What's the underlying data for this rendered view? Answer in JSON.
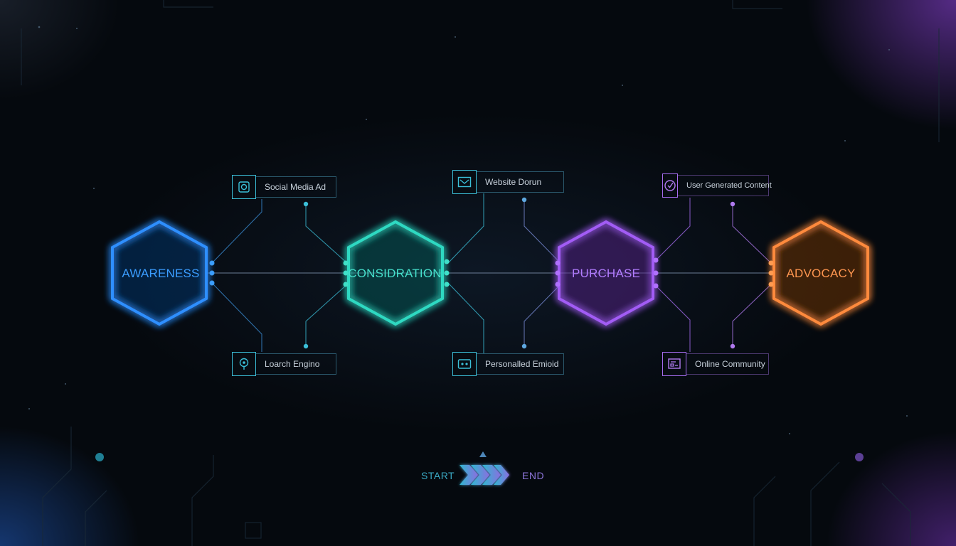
{
  "stages": [
    {
      "id": "awareness",
      "label": "AWARENESS",
      "color": "#2f8fff"
    },
    {
      "id": "consideration",
      "label": "CONSIDRATION",
      "color": "#2fd9c2"
    },
    {
      "id": "purchase",
      "label": "PURCHASE",
      "color": "#a25cf5"
    },
    {
      "id": "advocacy",
      "label": "ADVOCACY",
      "color": "#ff8a3d"
    }
  ],
  "channels_top": [
    {
      "label": "Social Media Ad",
      "icon": "camera-icon",
      "color": "#3bbfd8"
    },
    {
      "label": "Website Dorun",
      "icon": "browser-icon",
      "color": "#3bbfd8"
    },
    {
      "label": "User Generated Content",
      "icon": "rating-icon",
      "color": "#a56cf0"
    }
  ],
  "channels_bottom": [
    {
      "label": "Loarch Engino",
      "icon": "location-pin-icon",
      "color": "#3bbfd8"
    },
    {
      "label": "Personalled Emioid",
      "icon": "email-icon",
      "color": "#3bbfd8"
    },
    {
      "label": "Online Community",
      "icon": "community-icon",
      "color": "#a56cf0"
    }
  ],
  "timeline": {
    "start": "START",
    "end": "END",
    "start_color": "#3aa9c4",
    "end_color": "#8a73d6"
  }
}
